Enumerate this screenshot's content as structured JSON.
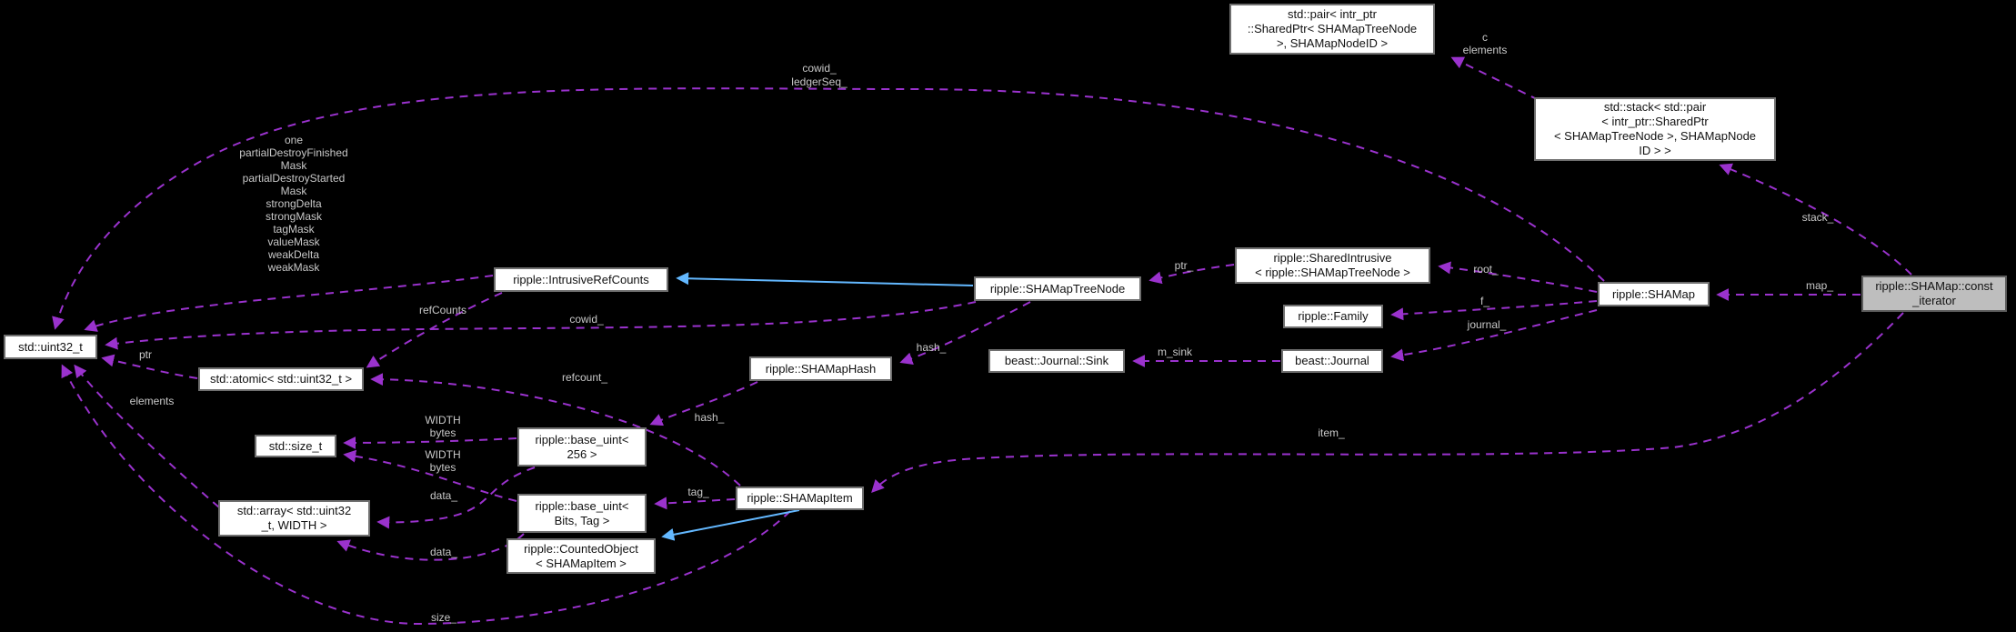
{
  "diagram": {
    "type": "doxygen-collaboration-graph",
    "title": "ripple::SHAMap::const_iterator collaboration diagram",
    "colors": {
      "background": "#000000",
      "node_fill": "#ffffff",
      "main_node_fill": "#bebebe",
      "node_border": "#6f6f6f",
      "node_text": "#111111",
      "usage_edge": "#9a32cd",
      "inheritance_edge": "#63b8ff",
      "edge_label": "#c8c8c8"
    }
  },
  "nodes": [
    {
      "id": "std-pair",
      "lines": [
        "std::pair< intr_ptr",
        "::SharedPtr< SHAMapTreeNode",
        ">, SHAMapNodeID >"
      ]
    },
    {
      "id": "std-stack",
      "lines": [
        "std::stack< std::pair",
        "< intr_ptr::SharedPtr",
        "< SHAMapTreeNode >, SHAMapNode",
        "ID > >"
      ]
    },
    {
      "id": "intrusive-ref-counts",
      "lines": [
        "ripple::IntrusiveRefCounts"
      ]
    },
    {
      "id": "shamap-tree-node",
      "lines": [
        "ripple::SHAMapTreeNode"
      ]
    },
    {
      "id": "shared-intrusive",
      "lines": [
        "ripple::SharedIntrusive",
        "< ripple::SHAMapTreeNode >"
      ]
    },
    {
      "id": "shamap",
      "lines": [
        "ripple::SHAMap"
      ]
    },
    {
      "id": "const-iterator",
      "lines": [
        "ripple::SHAMap::const",
        "_iterator"
      ]
    },
    {
      "id": "family",
      "lines": [
        "ripple::Family"
      ]
    },
    {
      "id": "journal-sink",
      "lines": [
        "beast::Journal::Sink"
      ]
    },
    {
      "id": "journal",
      "lines": [
        "beast::Journal"
      ]
    },
    {
      "id": "shamap-hash",
      "lines": [
        "ripple::SHAMapHash"
      ]
    },
    {
      "id": "uint32",
      "lines": [
        "std::uint32_t"
      ]
    },
    {
      "id": "atomic",
      "lines": [
        "std::atomic< std::uint32_t >"
      ]
    },
    {
      "id": "size-t",
      "lines": [
        "std::size_t"
      ]
    },
    {
      "id": "std-array",
      "lines": [
        "std::array< std::uint32",
        "_t, WIDTH >"
      ]
    },
    {
      "id": "base-uint-256",
      "lines": [
        "ripple::base_uint<",
        "256 >"
      ]
    },
    {
      "id": "base-uint-bits-tag",
      "lines": [
        "ripple::base_uint<",
        "Bits, Tag >"
      ]
    },
    {
      "id": "counted-object",
      "lines": [
        "ripple::CountedObject",
        "< SHAMapItem >"
      ]
    },
    {
      "id": "shamap-item",
      "lines": [
        "ripple::SHAMapItem"
      ]
    }
  ],
  "labels": [
    {
      "text": "cowid_"
    },
    {
      "text": "ledgerSeq_"
    },
    {
      "text": "c"
    },
    {
      "text": "elements"
    },
    {
      "text": "stack_"
    },
    {
      "text": "one"
    },
    {
      "text": "partialDestroyFinished"
    },
    {
      "text": "Mask"
    },
    {
      "text": "partialDestroyStarted"
    },
    {
      "text": "Mask"
    },
    {
      "text": "strongDelta"
    },
    {
      "text": "strongMask"
    },
    {
      "text": "tagMask"
    },
    {
      "text": "valueMask"
    },
    {
      "text": "weakDelta"
    },
    {
      "text": "weakMask"
    },
    {
      "text": "refCounts"
    },
    {
      "text": "cowid_"
    },
    {
      "text": "ptr_"
    },
    {
      "text": "root_"
    },
    {
      "text": "f_"
    },
    {
      "text": "journal_"
    },
    {
      "text": "m_sink"
    },
    {
      "text": "hash_"
    },
    {
      "text": "hash_"
    },
    {
      "text": "refcount_"
    },
    {
      "text": "ptr"
    },
    {
      "text": "elements"
    },
    {
      "text": "WIDTH"
    },
    {
      "text": "bytes"
    },
    {
      "text": "WIDTH"
    },
    {
      "text": "bytes"
    },
    {
      "text": "data_"
    },
    {
      "text": "data_"
    },
    {
      "text": "tag_"
    },
    {
      "text": "item_"
    },
    {
      "text": "size_"
    },
    {
      "text": "map_"
    }
  ]
}
